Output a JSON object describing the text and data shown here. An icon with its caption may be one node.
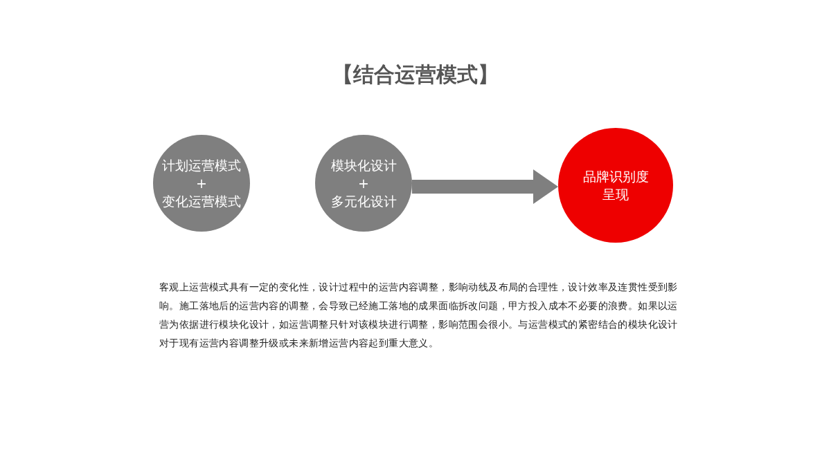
{
  "diagram": {
    "title": "【结合运营模式】",
    "nodes": [
      {
        "text": [
          "计划运营模式",
          "+",
          "变化运营模式"
        ]
      },
      {
        "text": [
          "模块化设计",
          "+",
          "多元化设计"
        ]
      },
      {
        "text": [
          "品牌识别度呈现"
        ]
      }
    ],
    "edges": [
      {
        "from": 1,
        "to": 2,
        "arrow": "to"
      }
    ],
    "labels": [
      "客观上运营模式具有一定的变化性，设计过程中的运营内容调整，影响动线及布局的合理性，设计效率及连贯性受到影响。施工落地后的运营内容的调整，会导致已经施工落地的成果面临拆改问题，甲方投入成本不必要的浪费。如果以运营为依据进行模块化设计，如运营调整只针对该模块进行调整，影响范围会很小。与运营模式的紧密结合的模块化设计对于现有运营内容调整升级或未来新增运营内容起到重大意义。"
    ]
  }
}
